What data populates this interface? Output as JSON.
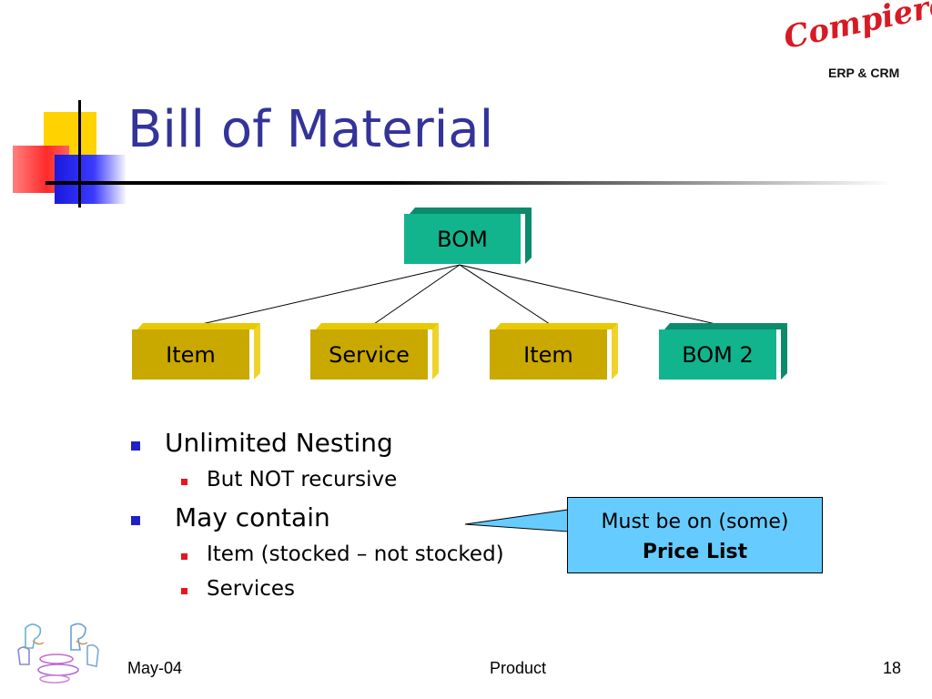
{
  "slide": {
    "title": "Bill of Material",
    "logo": {
      "word": "Compiere",
      "subtitle": "ERP & CRM"
    }
  },
  "diagram": {
    "root": "BOM",
    "children": [
      "Item",
      "Service",
      "Item",
      "BOM 2"
    ]
  },
  "bullets": {
    "b1": "Unlimited Nesting",
    "b1_sub": "But NOT recursive",
    "b2": "May contain",
    "b2_sub1": "Item (stocked – not stocked)",
    "b2_sub2": "Services"
  },
  "callout": {
    "line1": "Must be on (some)",
    "line2": "Price List"
  },
  "footer": {
    "date": "May-04",
    "center": "Product",
    "page": "18"
  },
  "colors": {
    "title": "#333399",
    "teal_box": "#12b48e",
    "gold_box": "#c9a800",
    "callout": "#66ccff"
  }
}
